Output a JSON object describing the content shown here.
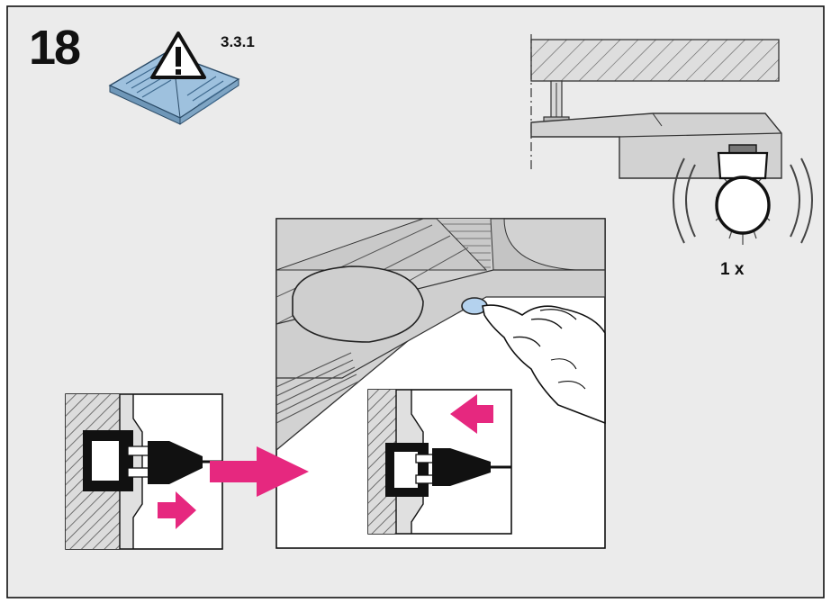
{
  "step": {
    "number": "18",
    "manual_reference": "3.3.1",
    "bulb_quantity": "1 x"
  },
  "icons": {
    "manual": "manual-warning-icon",
    "bulb": "light-bulb-icon",
    "hand": "hand-pressing-icon",
    "plug": "power-plug-icon"
  },
  "colors": {
    "panel_background": "#ebebeb",
    "cabinet_grey": "#d2d2d2",
    "arrow_magenta": "#e6287f",
    "button_blue": "#b4d2ee",
    "manual_blue": "#9ec1de",
    "outline": "#111111"
  }
}
